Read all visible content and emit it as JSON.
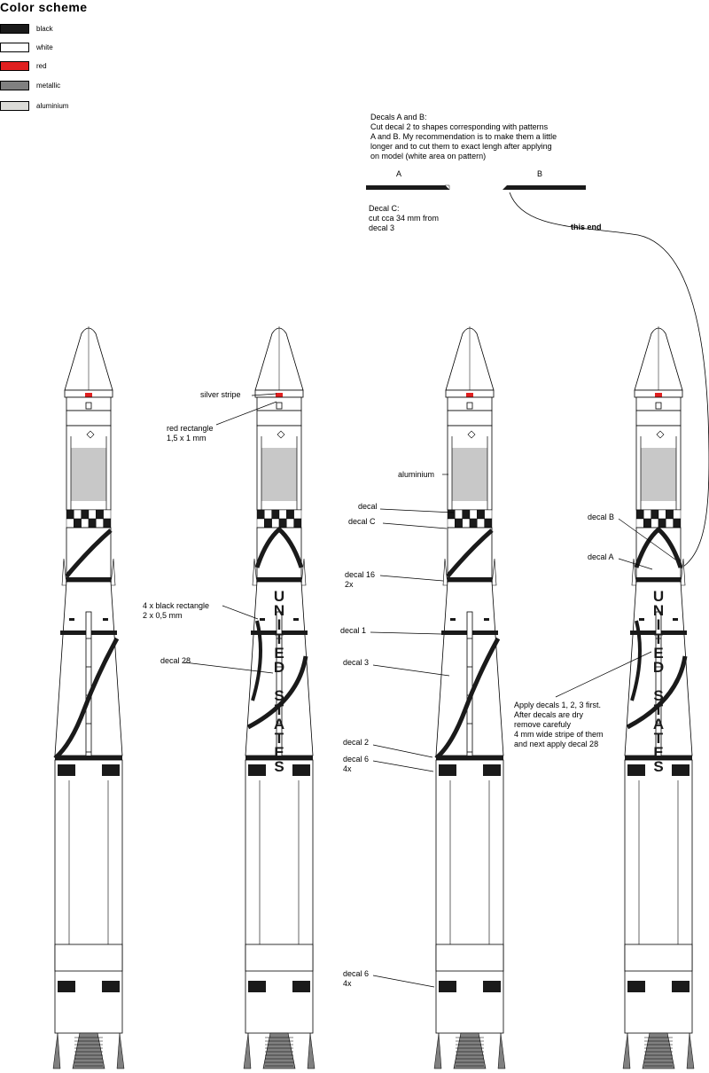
{
  "legend": {
    "title": "Color scheme",
    "items": [
      {
        "label": "black",
        "color": "#1a1a1a"
      },
      {
        "label": "white",
        "color": "#ffffff"
      },
      {
        "label": "red",
        "color": "#e02020"
      },
      {
        "label": "metallic",
        "color": "#808080"
      },
      {
        "label": "aluminium",
        "color": "#dcdcd8"
      }
    ]
  },
  "notes": {
    "decals_ab": [
      "Decals A and B:",
      "Cut decal 2 to shapes corresponding with patterns",
      "A and B. My recommendation is to make them a little",
      "longer and to cut them to exact lengh after applying",
      "on model (white area on pattern)"
    ],
    "pattern_a": "A",
    "pattern_b": "B",
    "decal_c": [
      "Decal C:",
      "cut cca 34 mm from",
      "decal 3"
    ],
    "this_end": "this end"
  },
  "labels": {
    "silver_stripe": "silver stripe",
    "red_rectangle": [
      "red rectangle",
      "1,5 x 1 mm"
    ],
    "black_rectangle": [
      "4 x black rectangle",
      "2 x 0,5 mm"
    ],
    "decal_28": "decal 28",
    "aluminium": "aluminium",
    "decal": "decal",
    "decal_c": "decal C",
    "decal_16": [
      "decal 16",
      "2x"
    ],
    "decal_1": "decal 1",
    "decal_3": "decal 3",
    "decal_2": "decal 2",
    "decal_6_upper": [
      "decal 6",
      "4x"
    ],
    "decal_6_lower": [
      "decal 6",
      "4x"
    ],
    "decal_b": "decal B",
    "decal_a": "decal A",
    "apply_note": [
      "Apply decals 1, 2, 3 first.",
      "After decals are dry",
      "remove carefuly",
      "4 mm wide stripe of them",
      "and next apply decal 28"
    ]
  },
  "rocket_text": {
    "united": [
      "U",
      "N",
      "I",
      "T",
      "E",
      "D"
    ],
    "states": [
      "S",
      "T",
      "A",
      "T",
      "E",
      "S"
    ]
  }
}
